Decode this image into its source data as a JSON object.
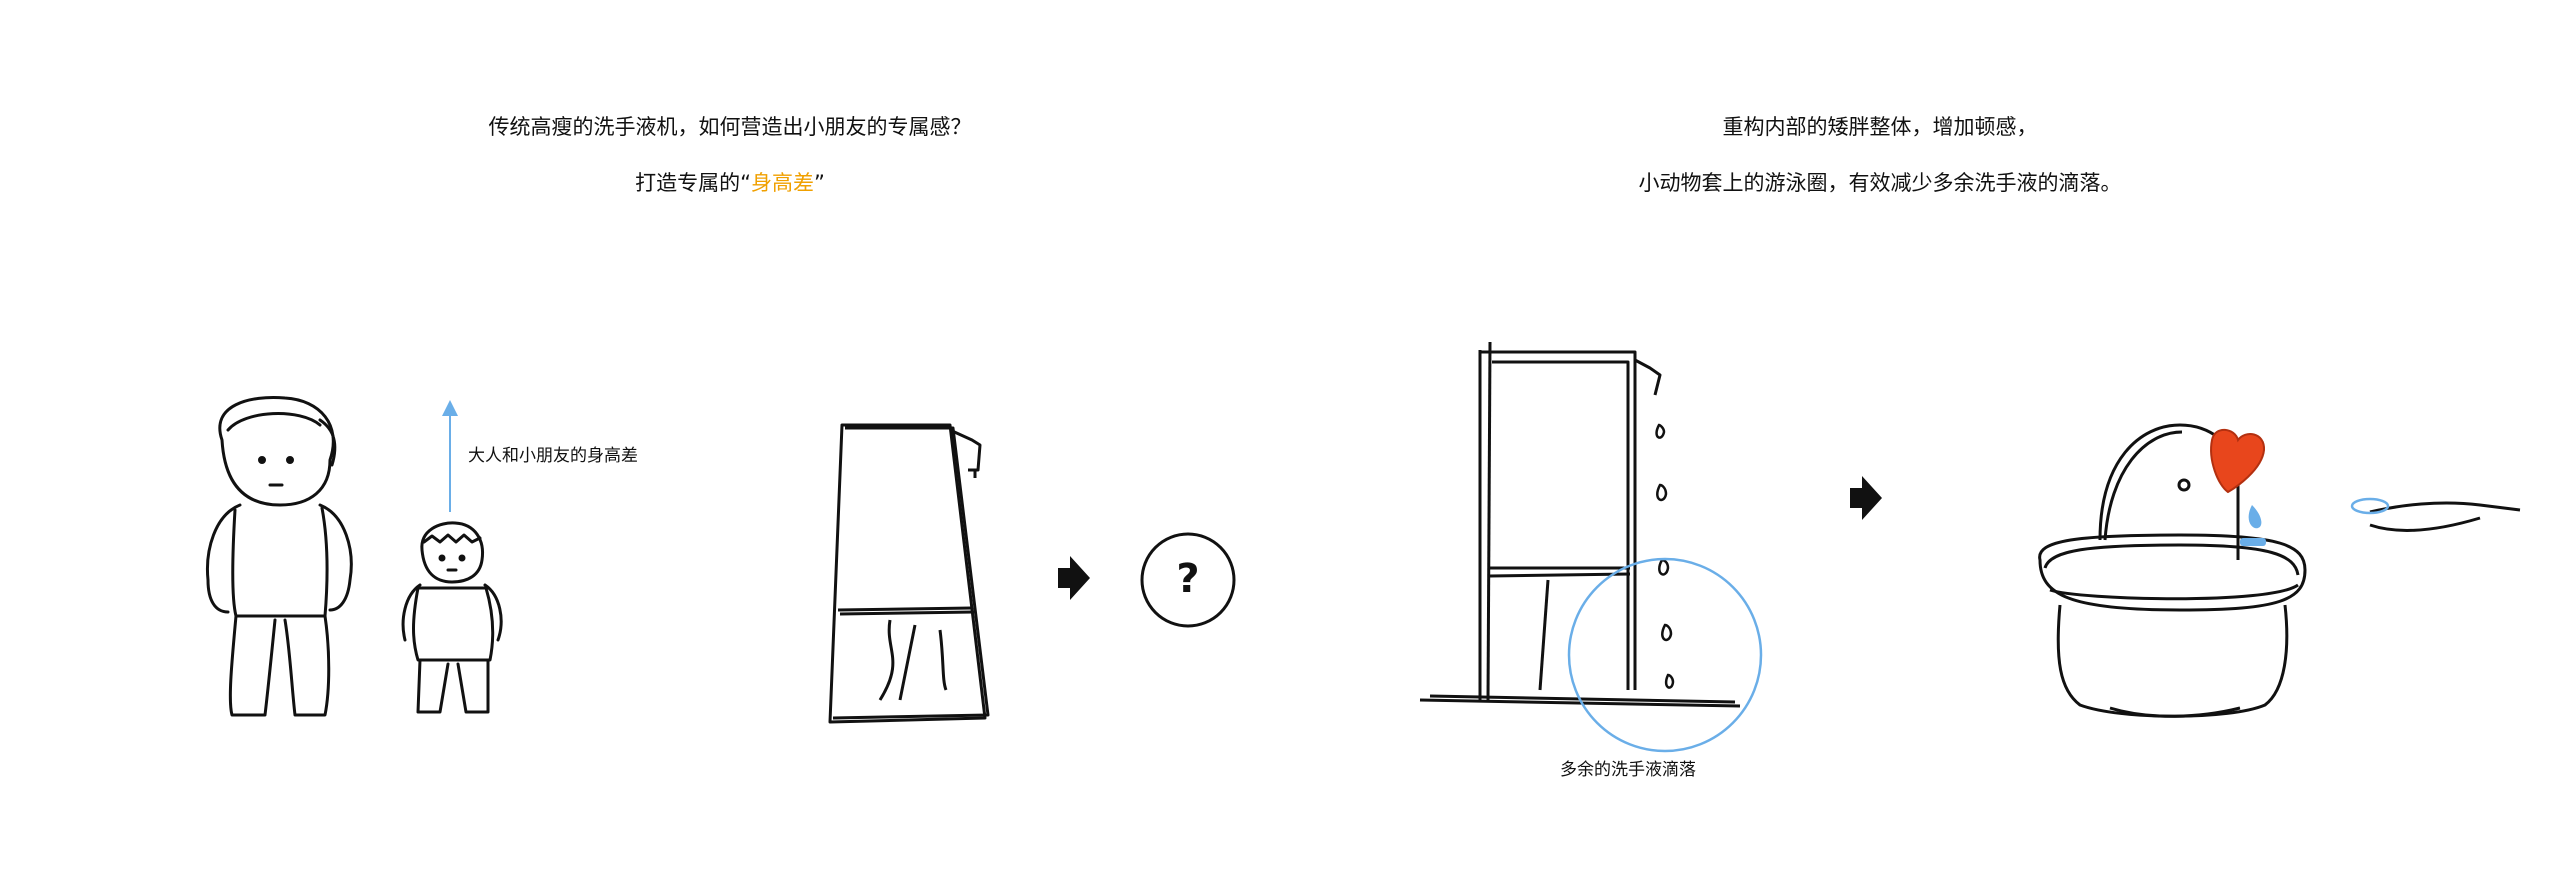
{
  "left": {
    "heading_line1": "传统高瘦的洗手液机，如何营造出小朋友的专属感？",
    "heading_line2_prefix": "打造专属的",
    "heading_line2_quote_open": "“",
    "heading_line2_highlight": "身高差",
    "heading_line2_quote_close": "”",
    "annotation_height_gap": "大人和小朋友的身高差",
    "question_mark": "?"
  },
  "right": {
    "heading_line1": "重构内部的矮胖整体，增加顿感，",
    "heading_line2": "小动物套上的游泳圈，有效减少多余洗手液的滴落。",
    "annotation_drip": "多余的洗手液滴落"
  },
  "icons": {
    "arrow_left": "arrow-right-icon",
    "arrow_right": "arrow-right-icon"
  },
  "colors": {
    "accent": "#f0a000",
    "annotation_blue": "#6aaee8",
    "heart_red": "#e8461c",
    "ink": "#111111"
  }
}
